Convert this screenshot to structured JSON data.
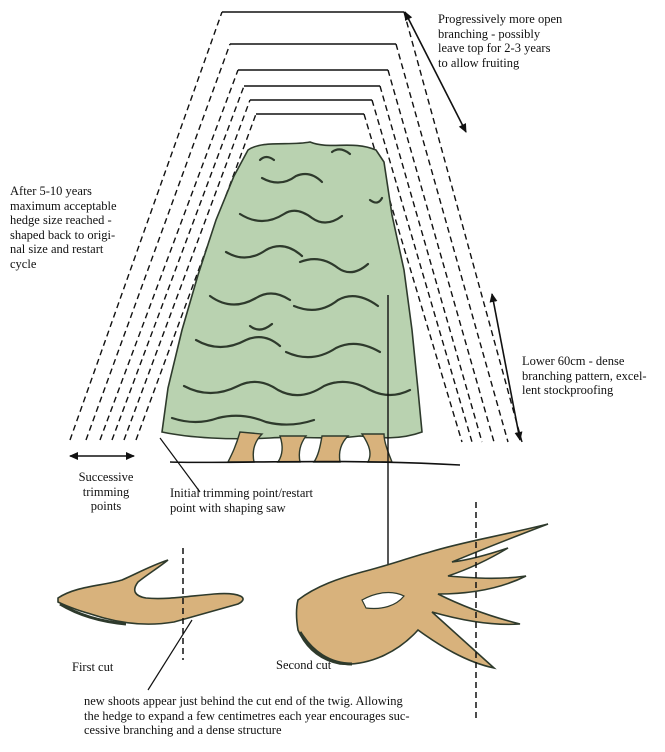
{
  "labels": {
    "top_note": "Progressively more open\nbranching - possibly\nleave top for 2-3 years\nto allow fruiting",
    "left_note": "After 5-10 years\nmaximum acceptable\nhedge size reached -\nshaped back to origi-\nnal size and restart\ncycle",
    "right_note": "Lower 60cm - dense\nbranching pattern, excel-\nlent stockproofing",
    "successive": "Successive\ntrimming\npoints",
    "initial": "Initial trimming point/restart\npoint with shaping saw",
    "first_cut": "First cut",
    "second_cut": "Second cut",
    "bottom_note": "new shoots appear just behind the cut end of the twig. Allowing\nthe hedge to expand a few centimetres each year encourages suc-\ncessive branching and a dense structure"
  },
  "colors": {
    "foliage": "#b9d2b0",
    "foliage_dark": "#2e3a2c",
    "wood": "#d8b27c",
    "line": "#111111"
  },
  "icons": {
    "arrows": "double-headed-arrow-icon",
    "cut_line": "dashed-cut-line"
  }
}
